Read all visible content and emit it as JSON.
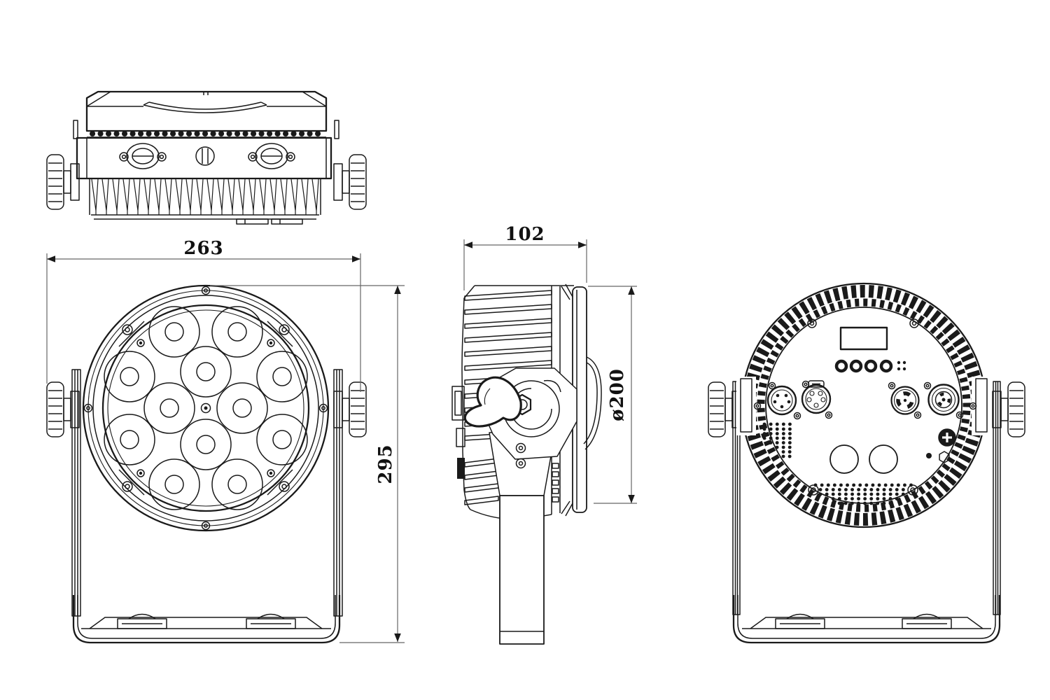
{
  "drawing": {
    "title_present": false,
    "line_color": "#1a1a1a",
    "dimension_line_color": "#666666",
    "background_color": "#ffffff",
    "views": {
      "top_view": {
        "description_data": {
          "latch_count": 2,
          "knob_count": 2
        }
      },
      "front_view": {
        "lens_count": 12,
        "inner_lens_count": 4,
        "outer_lens_count": 8
      },
      "side_view": {
        "fin_count": 11
      },
      "rear_view": {
        "menu_button_count": 4,
        "xlr_connector_count": 2,
        "power_connector_count": 2
      }
    },
    "dimensions": {
      "width_label": "263",
      "height_label": "295",
      "depth_label": "102",
      "diameter_label": "ø200"
    }
  }
}
